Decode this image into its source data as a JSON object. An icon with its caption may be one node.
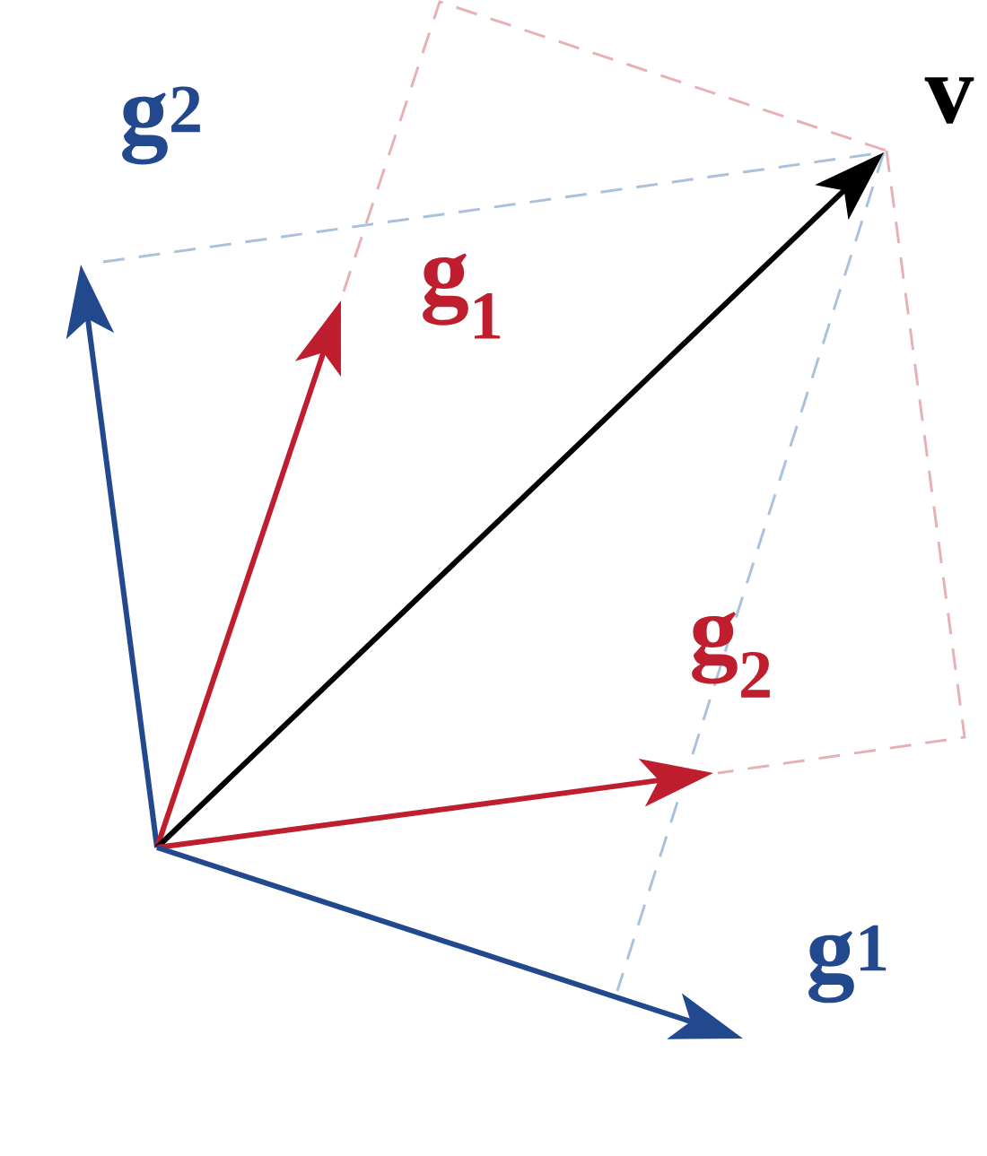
{
  "diagram": {
    "labels": [
      "g$^{2}$",
      "g$_{1}$",
      "v",
      "g$_{2}$",
      "g$^{1}$"
    ]
  }
}
